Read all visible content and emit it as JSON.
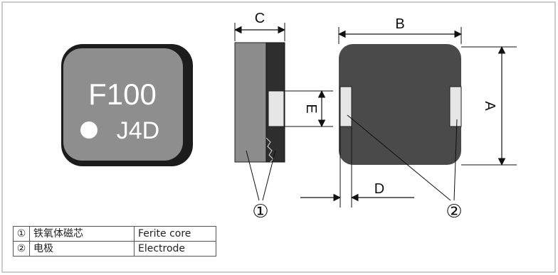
{
  "part_marking": {
    "line1": "F100",
    "line2": "J4D"
  },
  "dimensions": {
    "a": "A",
    "b": "B",
    "c": "C",
    "d": "D",
    "e": "E"
  },
  "callouts": {
    "one": "①",
    "two": "②"
  },
  "legend": [
    {
      "num": "①",
      "zh": "铁氧体磁芯",
      "en": "Ferite core"
    },
    {
      "num": "②",
      "zh": "电极",
      "en": "Electrode"
    }
  ],
  "colors": {
    "top_face": "#8e8e8e",
    "body_dark": "#4a4a4a",
    "side_gray": "#8c8c8c",
    "electrode_face": "#e6e6e6"
  }
}
